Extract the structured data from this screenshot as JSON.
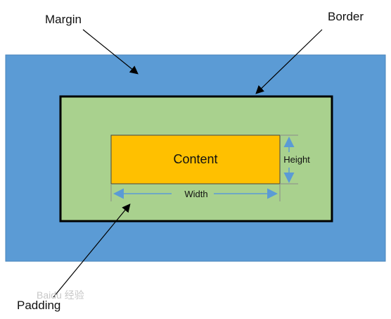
{
  "diagram": {
    "labels": {
      "margin": "Margin",
      "border": "Border",
      "padding": "Padding",
      "content": "Content",
      "height": "Height",
      "width": "Width"
    },
    "colors": {
      "margin_fill": "#5b9bd5",
      "padding_fill": "#a9d18e",
      "border_stroke": "#000000",
      "content_fill": "#ffc000",
      "dimension_arrow": "#5b9bd5",
      "callout_arrow": "#000000"
    }
  },
  "watermark": {
    "text": "Baidu 经验"
  }
}
